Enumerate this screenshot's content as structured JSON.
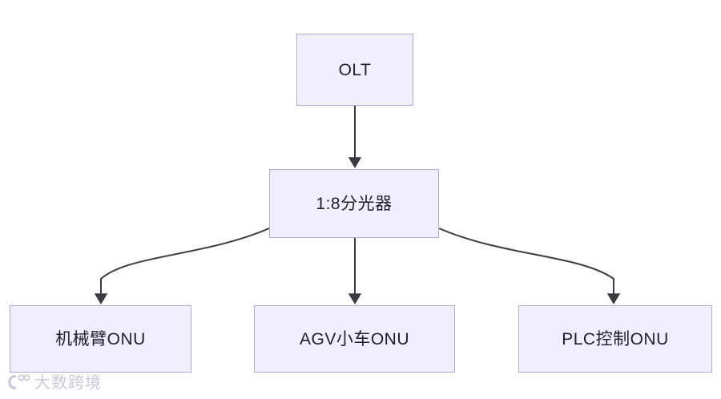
{
  "diagram": {
    "type": "flowchart",
    "background_color": "#ffffff",
    "node_fill_color": "#f0eefa",
    "node_border_color": "#b3a9d4",
    "connector_color": "#3a3a42",
    "text_color": "#1f1f2b",
    "nodes": [
      {
        "id": "olt",
        "label": "OLT"
      },
      {
        "id": "splitter",
        "label": "1:8分光器"
      },
      {
        "id": "onu_arm",
        "label": "机械臂ONU"
      },
      {
        "id": "onu_agv",
        "label": "AGV小车ONU"
      },
      {
        "id": "onu_plc",
        "label": "PLC控制ONU"
      }
    ],
    "edges": [
      {
        "from": "olt",
        "to": "splitter",
        "style": "straight",
        "arrow": "end"
      },
      {
        "from": "splitter",
        "to": "onu_arm",
        "style": "curved",
        "arrow": "end"
      },
      {
        "from": "splitter",
        "to": "onu_agv",
        "style": "straight",
        "arrow": "end"
      },
      {
        "from": "splitter",
        "to": "onu_plc",
        "style": "curved",
        "arrow": "end"
      }
    ]
  },
  "watermark": {
    "text": "大数跨境",
    "logo_icon": "circular-brand-logo-icon",
    "color": "#c9c3d6"
  }
}
